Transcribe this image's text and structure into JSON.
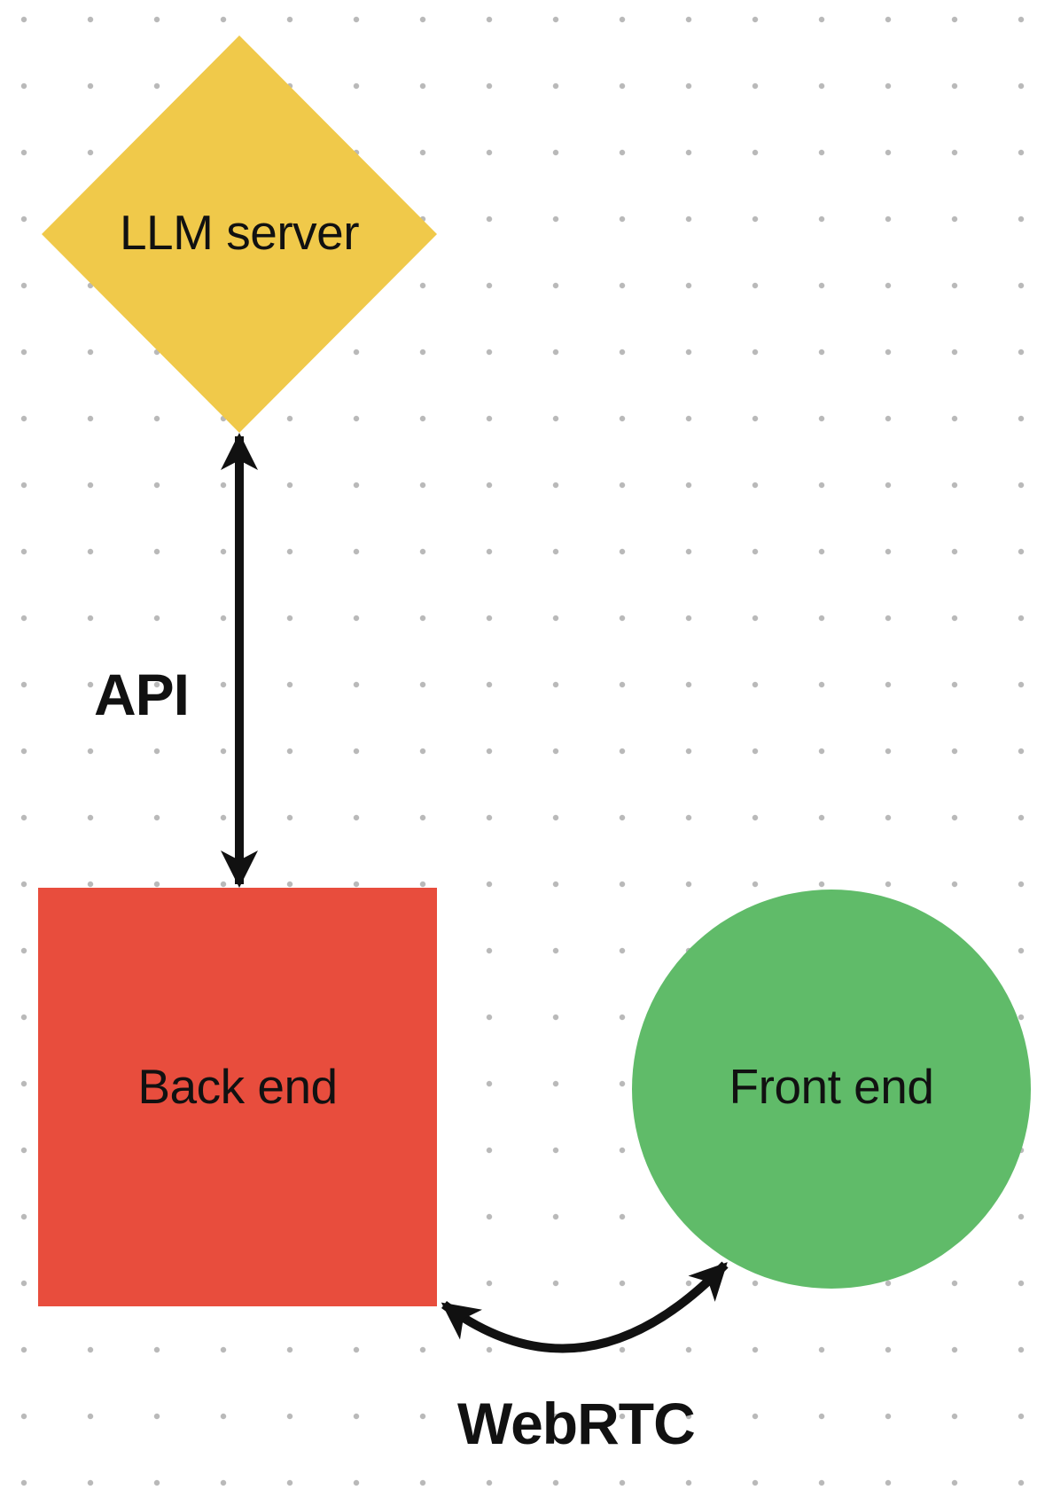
{
  "canvas": {
    "background_color": "#ffffff",
    "dot_grid_color": "#b9b9b9",
    "text_color": "#111111"
  },
  "nodes": [
    {
      "id": "llm-server",
      "shape": "diamond",
      "label": "LLM server",
      "color": "#f0c94a"
    },
    {
      "id": "back-end",
      "shape": "square",
      "label": "Back end",
      "color": "#e84d3d"
    },
    {
      "id": "front-end",
      "shape": "circle",
      "label": "Front end",
      "color": "#60bb69"
    }
  ],
  "edges": [
    {
      "id": "api",
      "label": "API",
      "from": "llm-server",
      "to": "back-end",
      "style": "straight",
      "arrows": "both",
      "color": "#111111"
    },
    {
      "id": "webrtc",
      "label": "WebRTC",
      "from": "back-end",
      "to": "front-end",
      "style": "curved",
      "arrows": "both",
      "color": "#111111"
    }
  ]
}
